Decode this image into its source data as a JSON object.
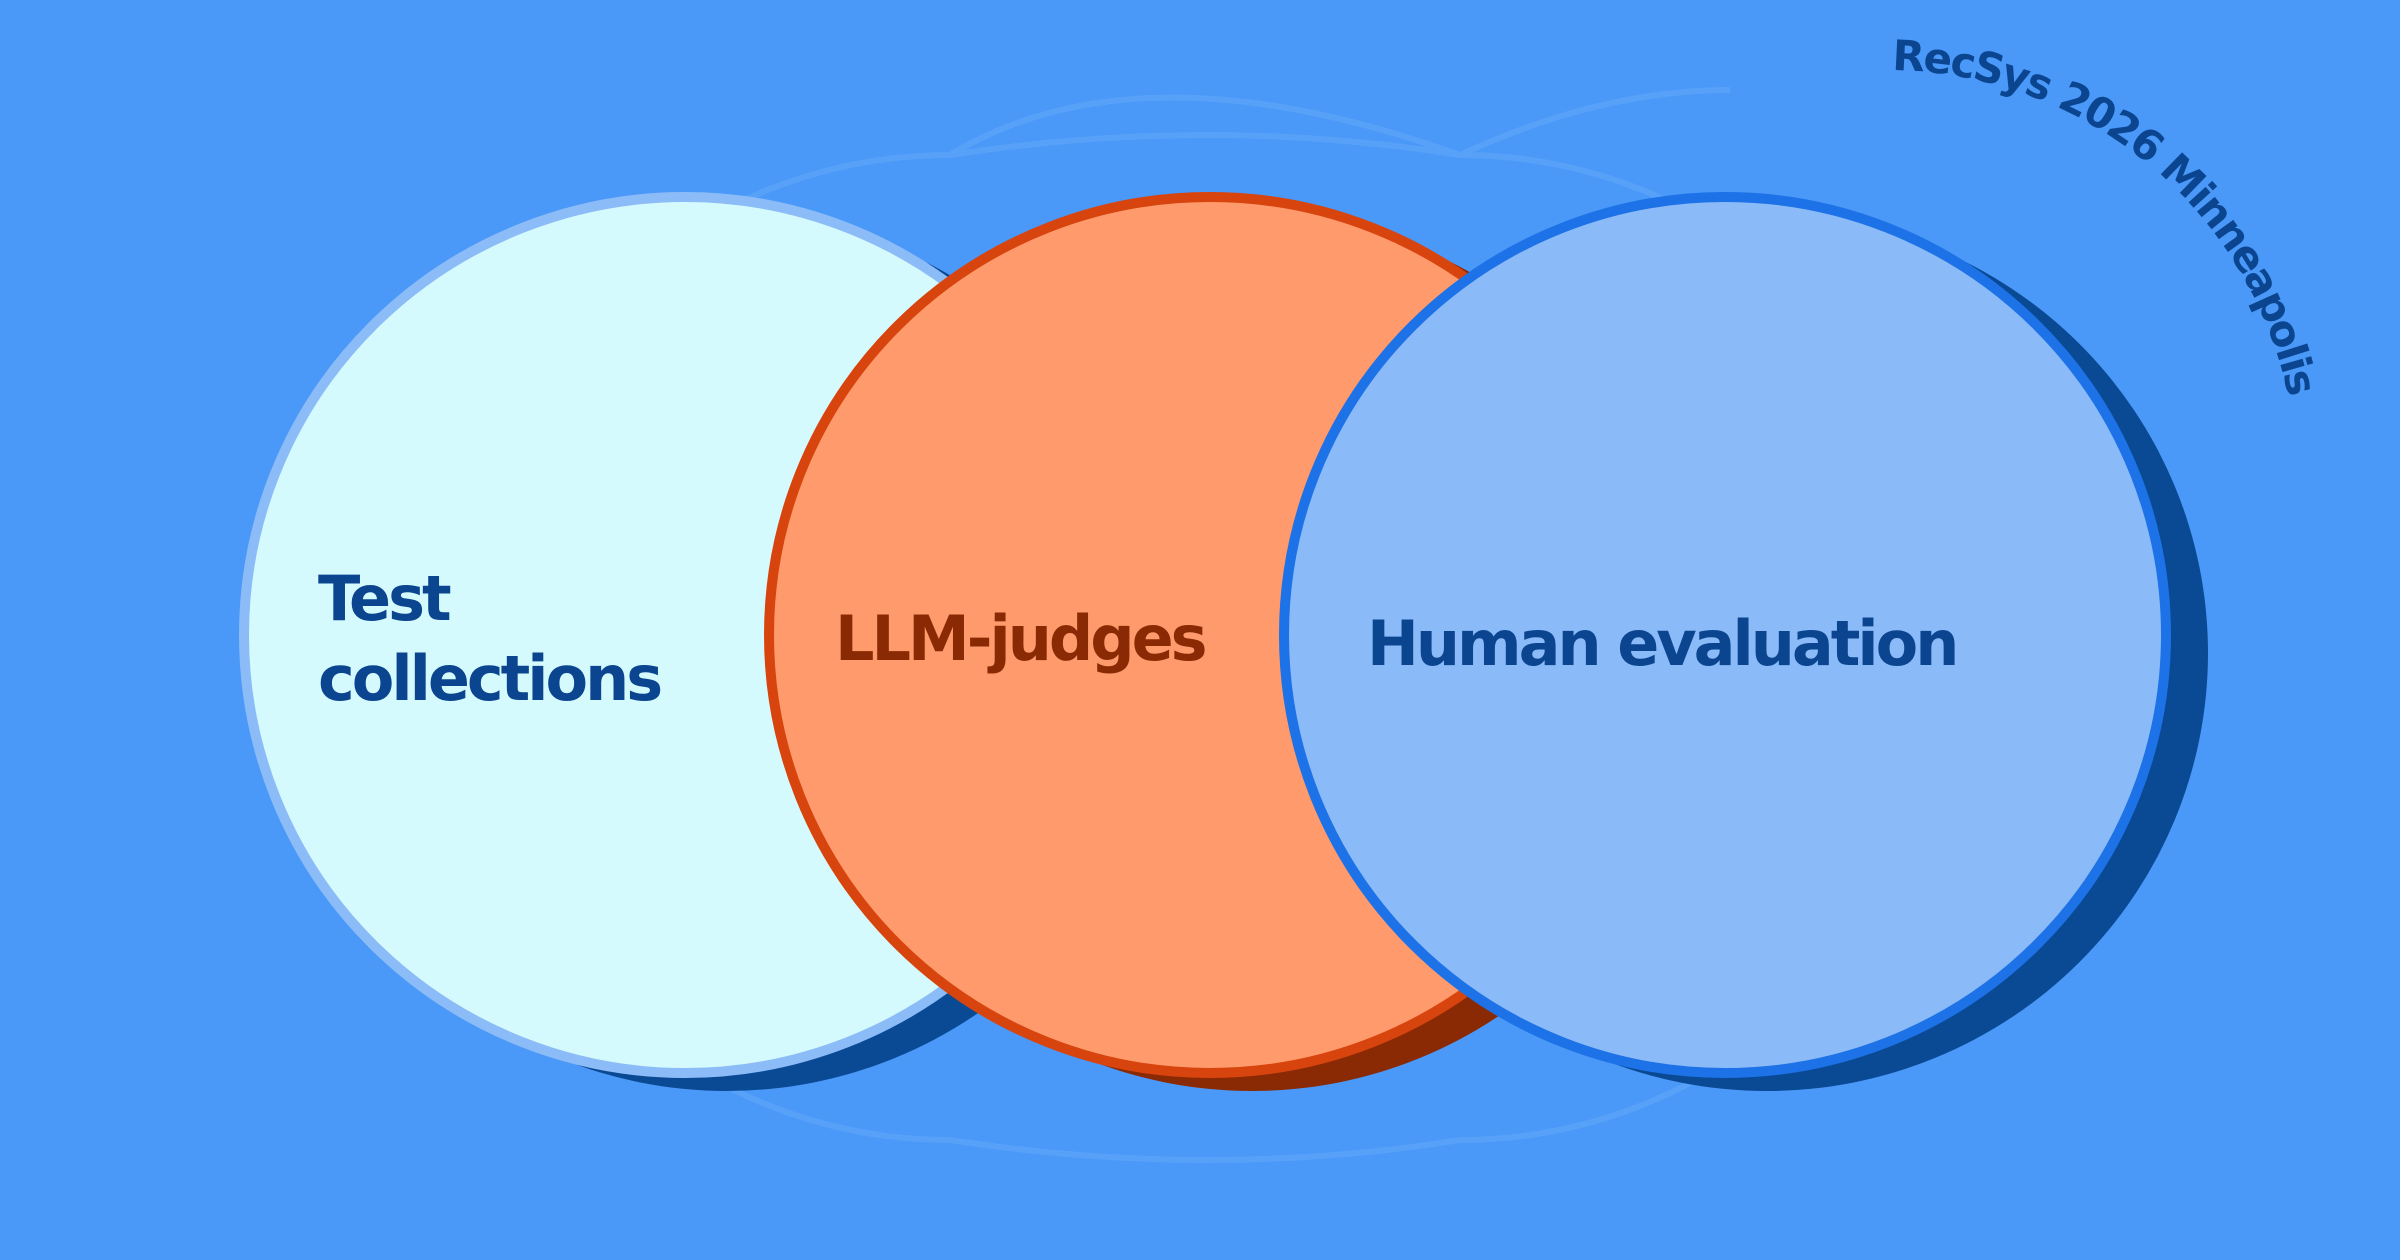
{
  "circles": [
    {
      "label_lines": [
        "Test",
        "collections"
      ],
      "fill": "#d5fafd",
      "stroke": "#8cbcf8",
      "shadow": "#0a4a94",
      "text_color": "#0b4590"
    },
    {
      "label_lines": [
        "LLM-judges"
      ],
      "fill": "#ff9a6c",
      "stroke": "#d8440e",
      "shadow": "#8a2a05",
      "text_color": "#8a2a05"
    },
    {
      "label_lines": [
        "Human evaluation"
      ],
      "fill": "#8abaf8",
      "stroke": "#1c72e6",
      "shadow": "#0a4a94",
      "text_color": "#0b4590"
    }
  ],
  "arc_caption": "RecSys 2026 Minneapolis",
  "colors": {
    "background": "#4a98f7",
    "caption": "#0b4590",
    "outline": "#5aa2f8"
  }
}
